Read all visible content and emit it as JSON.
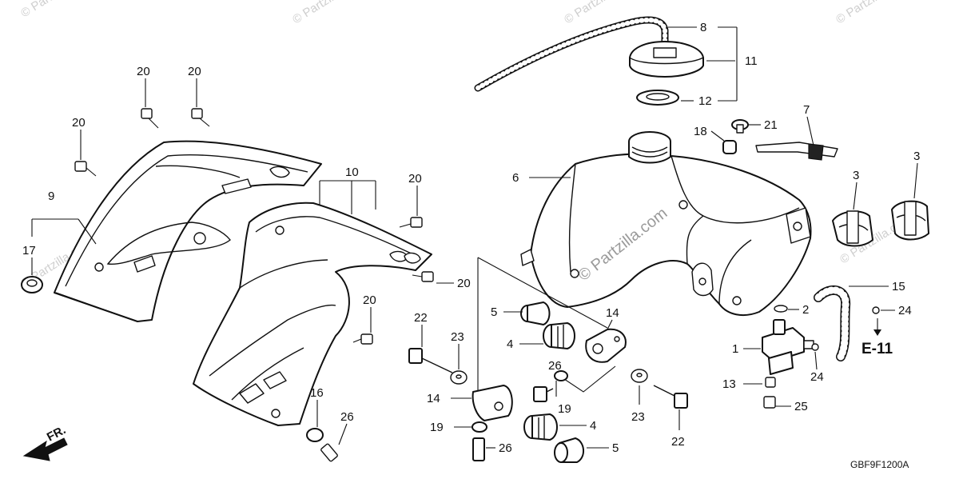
{
  "watermarks": {
    "brand": "© Partzilla.com",
    "center_brand": "© Partzilla.com"
  },
  "callouts": {
    "c1": "1",
    "c2": "2",
    "c3a": "3",
    "c3b": "3",
    "c4a": "4",
    "c4b": "4",
    "c5a": "5",
    "c5b": "5",
    "c6": "6",
    "c7": "7",
    "c8": "8",
    "c9": "9",
    "c10": "10",
    "c11": "11",
    "c12": "12",
    "c13": "13",
    "c14a": "14",
    "c14b": "14",
    "c15": "15",
    "c16": "16",
    "c17": "17",
    "c18": "18",
    "c19a": "19",
    "c19b": "19",
    "c20a": "20",
    "c20b": "20",
    "c20c": "20",
    "c20d": "20",
    "c20e": "20",
    "c20f": "20",
    "c21": "21",
    "c22a": "22",
    "c22b": "22",
    "c23a": "23",
    "c23b": "23",
    "c24a": "24",
    "c24b": "24",
    "c25": "25",
    "c26a": "26",
    "c26b": "26",
    "c26c": "26"
  },
  "reference": {
    "section": "E-11"
  },
  "direction": {
    "label": "FR."
  },
  "diagram_code": "GBF9F1200A"
}
